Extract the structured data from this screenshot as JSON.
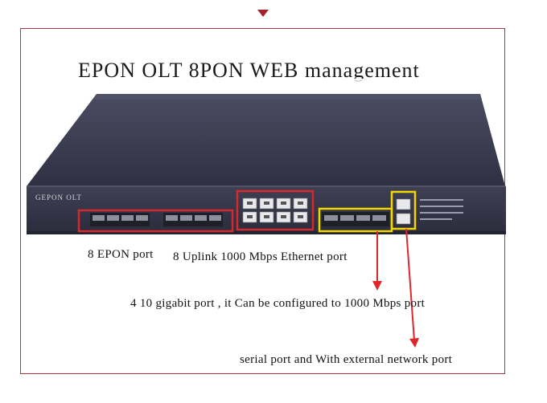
{
  "title": "EPON OLT 8PON WEB management",
  "device": {
    "brand": "GEPON OLT"
  },
  "labels": {
    "epon": "8 EPON port",
    "uplink": "8 Uplink 1000 Mbps Ethernet port",
    "tengig": "4 10 gigabit port , it Can be configured to 1000 Mbps  port",
    "serial": "serial port  and With external network port"
  },
  "colors": {
    "frame": "#b0323b",
    "highlight_red": "#d6282d",
    "highlight_yellow": "#f1d600",
    "arrow": "#e0262b",
    "chassis": "#3b3c4f"
  }
}
